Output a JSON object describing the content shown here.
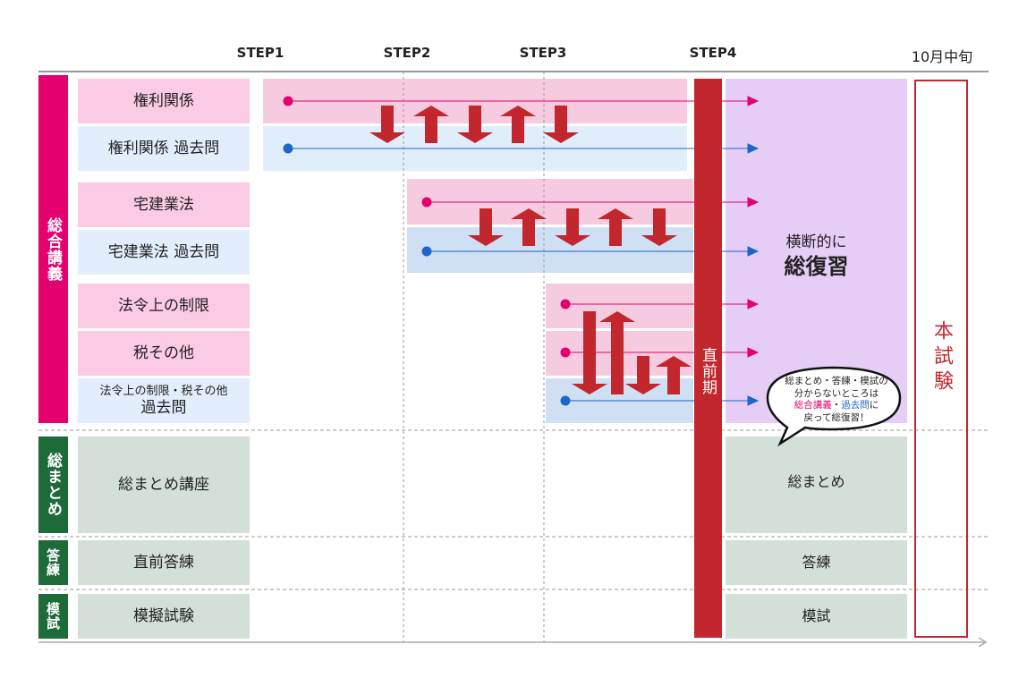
{
  "header": {
    "steps": [
      "STEP1",
      "STEP2",
      "STEP3",
      "STEP4"
    ],
    "deadline": "10月中旬"
  },
  "sections": {
    "lecture": {
      "label": "総合講義",
      "rows": [
        "権利関係",
        "権利関係 過去問",
        "宅建業法",
        "宅建業法 過去問",
        "法令上の制限",
        "税その他"
      ],
      "row7_line1": "法令上の制限・税その他",
      "row7_line2": "過去問"
    },
    "summary": {
      "label": "総まとめ",
      "row": "総まとめ講座",
      "right": "総まとめ"
    },
    "drill": {
      "label": "答練",
      "row": "直前答練",
      "right": "答練"
    },
    "mock": {
      "label": "模試",
      "row": "模擬試験",
      "right": "模試"
    }
  },
  "final_period": "直前期",
  "review": {
    "line1": "横断的に",
    "line2": "総復習"
  },
  "exam": "本試験",
  "bubble": {
    "line1": "総まとめ・答練・模試の",
    "line2": "分からないところは",
    "highlight1": "総合講義",
    "sep": "・",
    "highlight2": "過去問",
    "suffix": "に",
    "line4": "戻って総復習！"
  },
  "colors": {
    "magenta": "#e4006e",
    "blue": "#1f66c9",
    "red": "#c1272d",
    "green": "#1e6b3a",
    "lavender": "#e5cdf6"
  }
}
